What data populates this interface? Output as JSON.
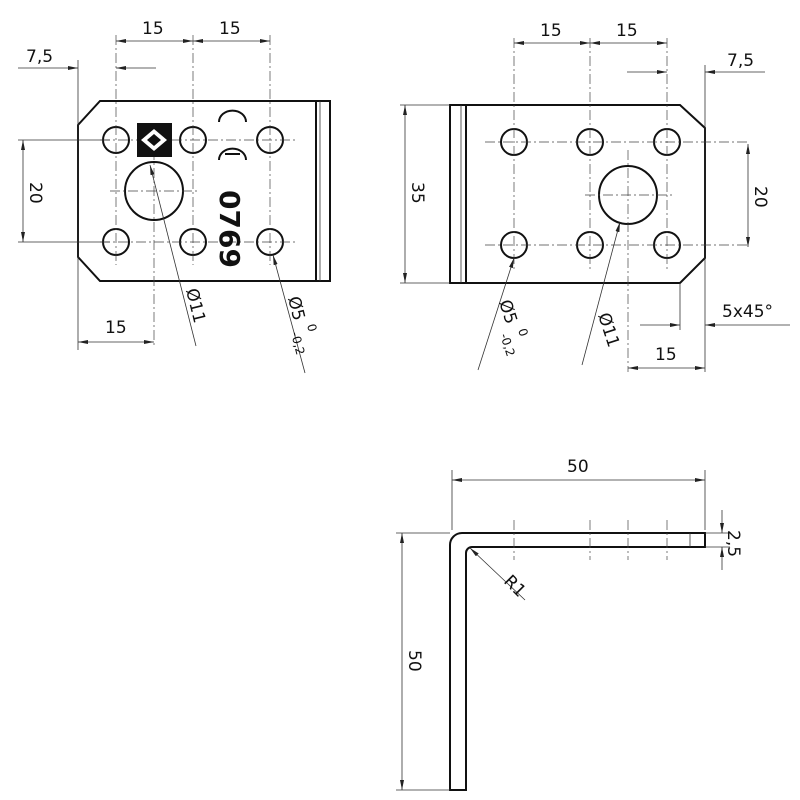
{
  "views": {
    "front": {
      "dims": {
        "pitch_a": "15",
        "pitch_b": "15",
        "edge": "7,5",
        "row": "20",
        "big_hole_x": "15",
        "big_hole_dia": "Ø11",
        "small_hole_dia": "Ø5",
        "tol_upper": "0",
        "tol_lower": "-0,2"
      },
      "marking": {
        "ce": "CE",
        "number": "0769"
      }
    },
    "back": {
      "dims": {
        "pitch_a": "15",
        "pitch_b": "15",
        "edge": "7,5",
        "row": "20",
        "height": "35",
        "chamfer": "5x45°",
        "big_hole_x": "15",
        "big_hole_dia": "Ø11",
        "small_hole_dia": "Ø5",
        "tol_upper": "0",
        "tol_lower": "-0,2"
      }
    },
    "side": {
      "dims": {
        "length": "50",
        "height": "50",
        "thickness": "2,5",
        "radius": "R1"
      }
    }
  }
}
